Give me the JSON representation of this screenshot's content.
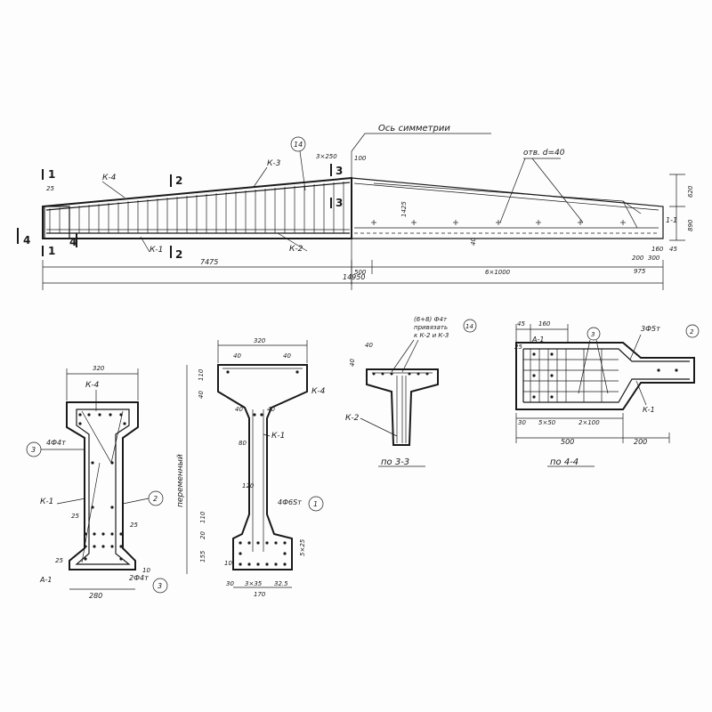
{
  "elevation": {
    "axis_label": "Ось симметрии",
    "holes_label": "отв. d=40",
    "bars": [
      "К-4",
      "К-3",
      "К-1",
      "К-2"
    ],
    "sections": [
      "1",
      "2",
      "3",
      "4"
    ],
    "callout": "14",
    "dims": {
      "left": "7475",
      "total": "14950",
      "mid": "500",
      "right_span": "6×1000",
      "right_end": "975",
      "spacing_top": "3×250",
      "top_100": "100",
      "top_25": "25",
      "h_1425": "1425",
      "h_620": "620",
      "h_890": "890",
      "h_40": "40",
      "h_160": "160",
      "h_45": "45",
      "b_200": "200",
      "b_300": "300",
      "ref_11": "1-1"
    }
  },
  "section_1_1": {
    "width_top": "320",
    "width_bottom": "280",
    "labels": [
      "К-4",
      "К-1",
      "А-1"
    ],
    "rebar_top": "4Ф4т",
    "rebar_bottom": "2Ф4т",
    "callouts": [
      "3",
      "2",
      "3"
    ],
    "dims": [
      "25",
      "25",
      "10",
      "25"
    ]
  },
  "section_2_2": {
    "width_top": "320",
    "width_bottom": "170",
    "labels": [
      "К-4",
      "К-1"
    ],
    "rebar": "4Ф6Sт",
    "callout": "1",
    "vertical_label": "переменный",
    "dims": [
      "40",
      "40",
      "110",
      "40",
      "40",
      "40",
      "80",
      "120",
      "110",
      "20",
      "155",
      "10",
      "5×25",
      "30",
      "3×35",
      "32.5"
    ]
  },
  "section_3_3": {
    "title": "по 3-3",
    "note_line1": "(6+8) Ф4т",
    "note_line2": "привязать",
    "note_line3": "к К-2 и К-3",
    "callout": "14",
    "label": "К-2",
    "dims": [
      "40",
      "40"
    ]
  },
  "section_4_4": {
    "title": "по 4-4",
    "label_top": "3Ф5т",
    "label_a1": "А-1",
    "label_k1": "К-1",
    "callouts": [
      "3",
      "2"
    ],
    "dims": [
      "45",
      "160",
      "25",
      "30",
      "5×50",
      "2×100",
      "500",
      "200"
    ]
  }
}
